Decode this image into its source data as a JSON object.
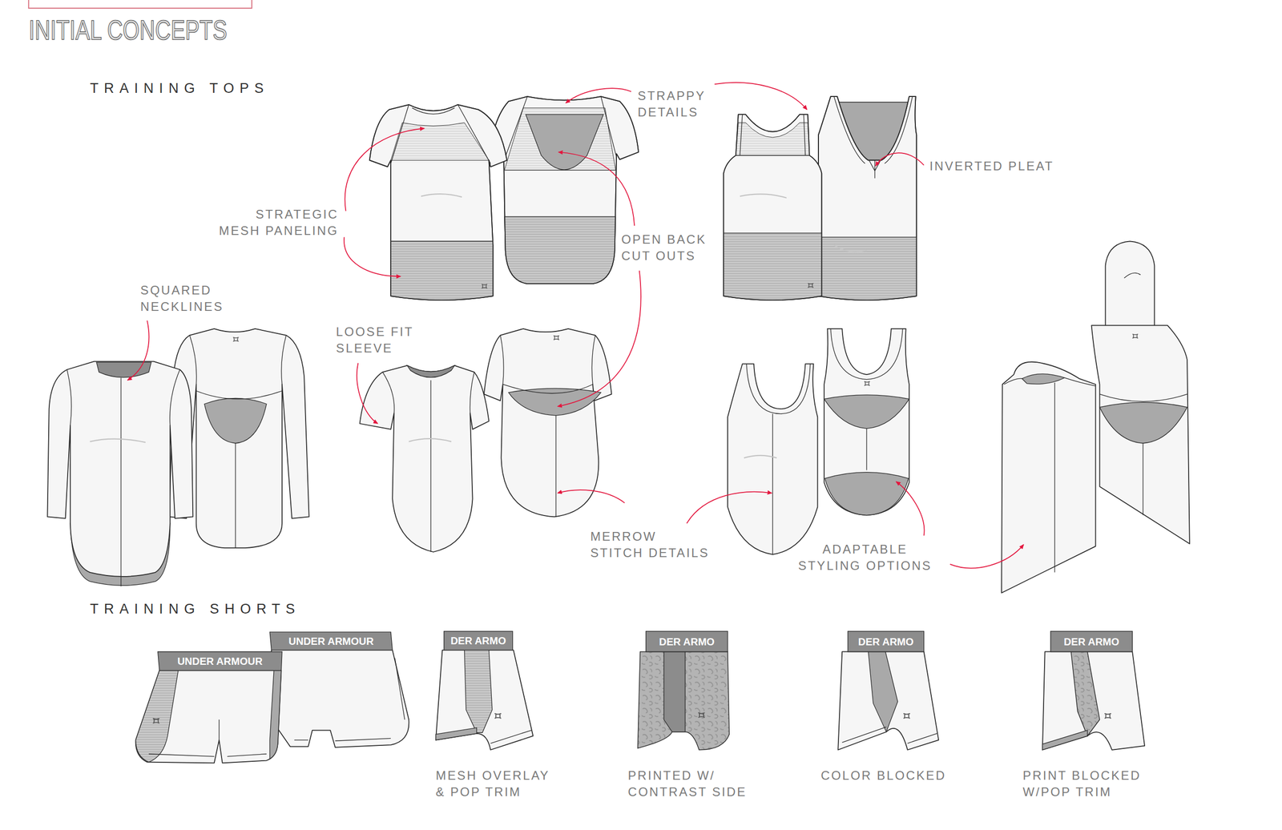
{
  "diagram": {
    "title": "INITIAL CONCEPTS",
    "labels": [
      "TRAINING TOPS",
      "STRAPPY DETAILS",
      "INVERTED PLEAT",
      "STRATEGIC MESH PANELING",
      "OPEN BACK CUT OUTS",
      "SQUARED NECKLINES",
      "LOOSE FIT SLEEVE",
      "MERROW STITCH DETAILS",
      "ADAPTABLE STYLING OPTIONS",
      "TRAINING SHORTS",
      "UNDER ARMOUR",
      "UNDER ARMOUR",
      "DER ARMO",
      "DER ARMO",
      "DER ARMO",
      "DER ARMO",
      "MESH OVERLAY & POP TRIM",
      "PRINTED W/ CONTRAST SIDE",
      "COLOR BLOCKED",
      "PRINT BLOCKED W/POP TRIM"
    ]
  }
}
